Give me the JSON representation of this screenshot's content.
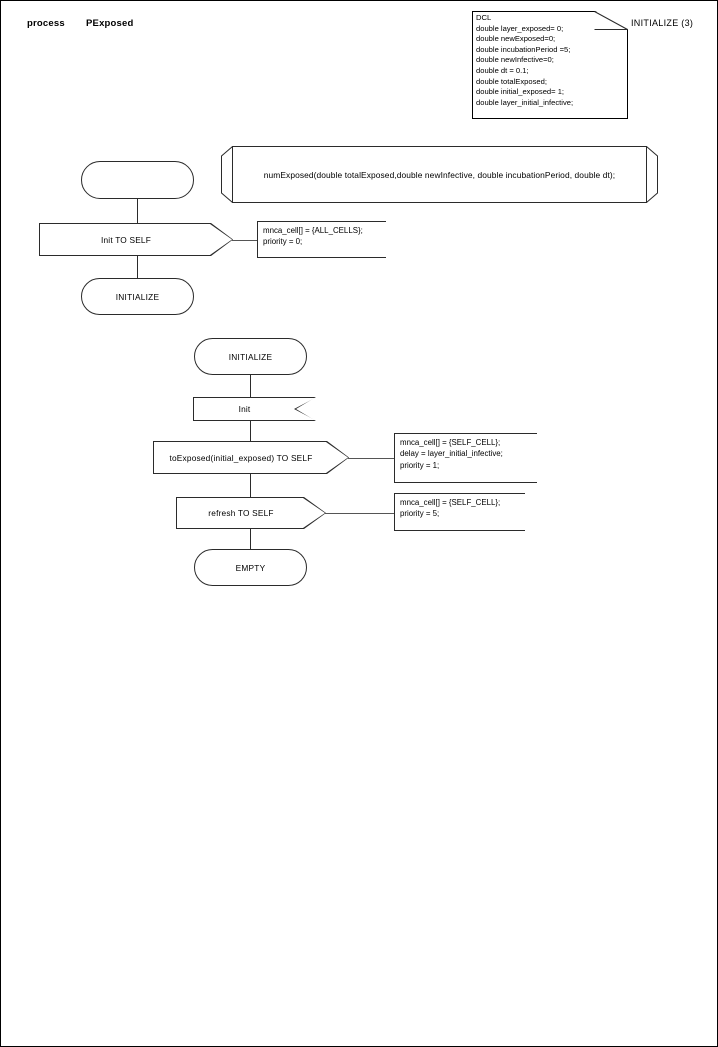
{
  "header": {
    "keyword": "process",
    "process_name": "PExposed",
    "page_label": "INITIALIZE (3)"
  },
  "declaration_note": {
    "title": "DCL",
    "text": "DCL\ndouble layer_exposed= 0;\ndouble newExposed=0;\ndouble incubationPeriod =5;\ndouble newInfective=0;\ndouble dt = 0.1;\ndouble totalExposed;\ndouble initial_exposed= 1;\ndouble layer_initial_infective;"
  },
  "procedure_call": {
    "signature": "numExposed(double totalExposed,double newInfective, double incubationPeriod, double dt);"
  },
  "flow_top": {
    "start_state_label": "",
    "output_label": "Init TO SELF",
    "output_comment": "mnca_cell[] = {ALL_CELLS};\npriority = 0;",
    "next_state_label": "INITIALIZE"
  },
  "flow_bottom": {
    "state_label": "INITIALIZE",
    "input_label": "Init",
    "output1_label": "toExposed(initial_exposed) TO SELF",
    "output1_comment": "mnca_cell[] = {SELF_CELL};\ndelay = layer_initial_infective;\npriority = 1;",
    "output2_label": "refresh TO SELF",
    "output2_comment": "mnca_cell[] = {SELF_CELL};\npriority = 5;",
    "end_state_label": "EMPTY"
  },
  "colors": {
    "stroke": "#2b2b2b",
    "shadow": "#9a9a9a",
    "background": "#ffffff",
    "text": "#000000"
  }
}
